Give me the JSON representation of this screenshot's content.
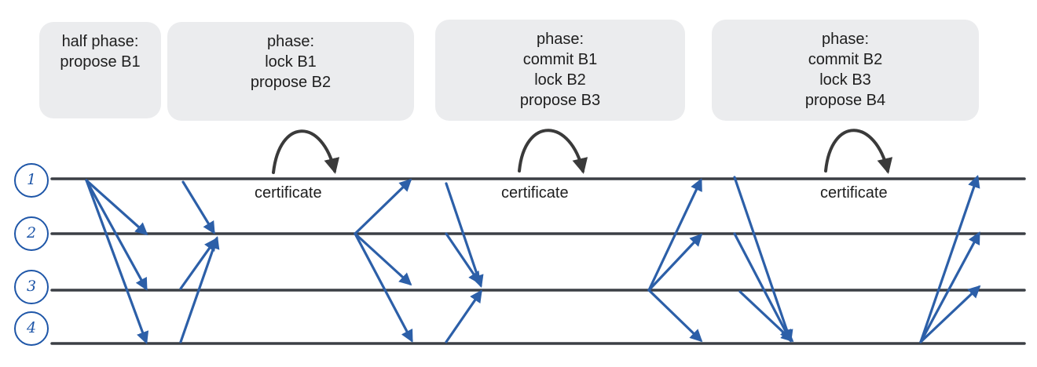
{
  "phases": [
    {
      "lines": [
        "half phase:",
        "propose B1"
      ]
    },
    {
      "lines": [
        "phase:",
        "lock B1",
        "propose B2"
      ]
    },
    {
      "lines": [
        "phase:",
        "commit B1",
        "lock B2",
        "propose B3"
      ]
    },
    {
      "lines": [
        "phase:",
        "commit B2",
        "lock B3",
        "propose B4"
      ]
    }
  ],
  "certificate_label": "certificate",
  "nodes": [
    "1",
    "2",
    "3",
    "4"
  ],
  "colors": {
    "arrow": "#2c5fa8",
    "timeline": "#3b3f45",
    "box": "#ebecee",
    "curve": "#3a3a3a"
  }
}
